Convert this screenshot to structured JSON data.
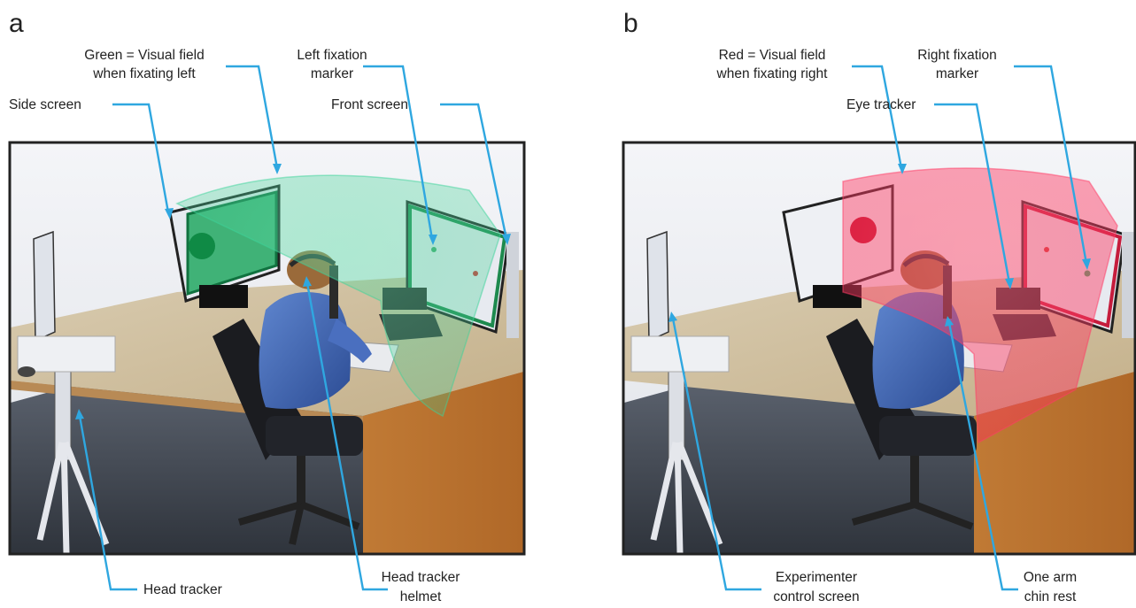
{
  "panels": [
    {
      "label": "a",
      "field_color": "#38c88f",
      "callouts": {
        "green_field": [
          "Green = Visual field",
          "when fixating left"
        ],
        "left_marker": [
          "Left fixation",
          "marker"
        ],
        "side_screen": [
          "Side screen"
        ],
        "front_screen": [
          "Front screen"
        ],
        "head_tracker": [
          "Head tracker"
        ],
        "helmet": [
          "Head tracker",
          "helmet"
        ]
      }
    },
    {
      "label": "b",
      "field_color": "#ff2d55",
      "callouts": {
        "red_field": [
          "Red = Visual field",
          "when fixating right"
        ],
        "right_marker": [
          "Right fixation",
          "marker"
        ],
        "eye_tracker": [
          "Eye tracker"
        ],
        "experimenter_screen": [
          "Experimenter",
          "control screen"
        ],
        "chin_rest": [
          "One arm",
          "chin rest"
        ]
      }
    }
  ],
  "colors": {
    "leader": "#2fa7e0",
    "frame": "#222222"
  }
}
